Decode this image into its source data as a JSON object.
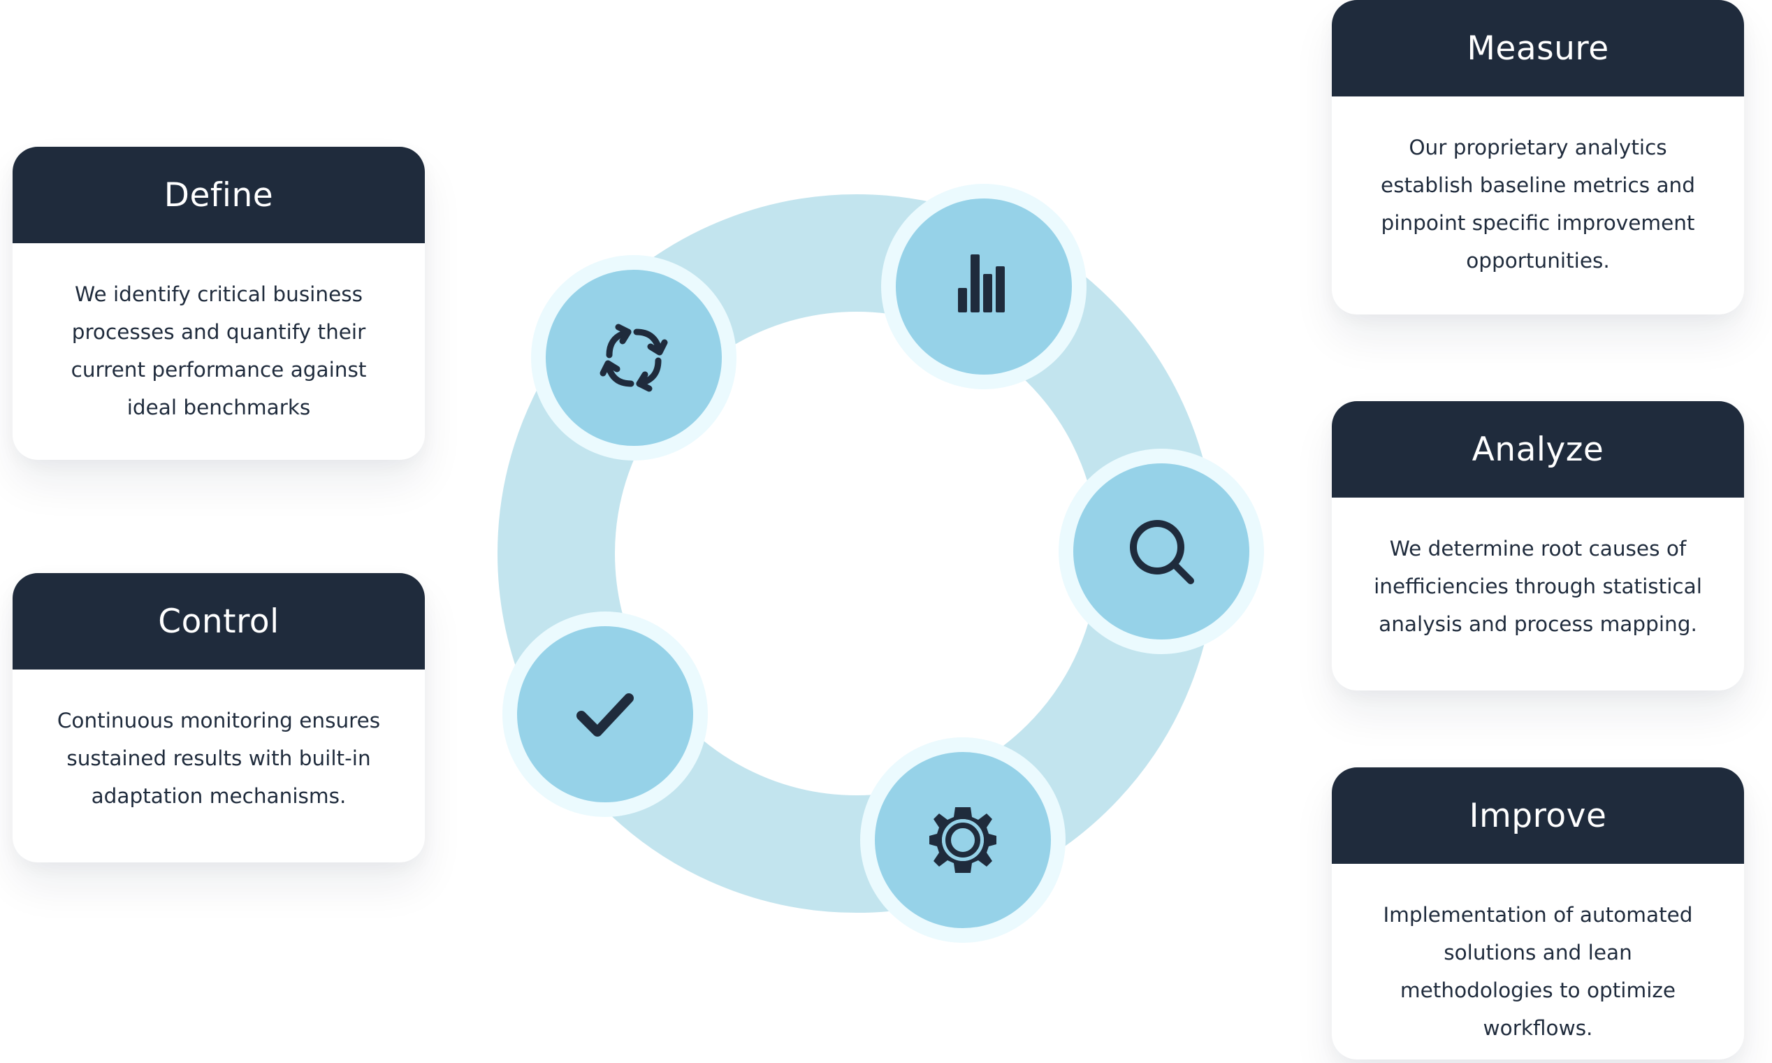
{
  "colors": {
    "header_bg": "#1f2b3c",
    "ring": "#c2e4ee",
    "node_fill": "#96d2e8",
    "node_halo": "#ebfafe",
    "icon": "#1f2b3c"
  },
  "steps": [
    {
      "id": "define",
      "title": "Define",
      "description": "We identify critical business processes and quantify their current performance against ideal benchmarks",
      "icon": "refresh-cycle-icon"
    },
    {
      "id": "measure",
      "title": "Measure",
      "description": "Our proprietary analytics establish baseline metrics and pinpoint specific improvement opportunities.",
      "icon": "bar-chart-icon"
    },
    {
      "id": "analyze",
      "title": "Analyze",
      "description": "We determine root causes of inefficiencies through statistical analysis and process mapping.",
      "icon": "magnifier-icon"
    },
    {
      "id": "improve",
      "title": "Improve",
      "description": "Implementation of automated solutions and lean methodologies to optimize workflows.",
      "icon": "gear-icon"
    },
    {
      "id": "control",
      "title": "Control",
      "description": "Continuous monitoring ensures sustained results with built-in adaptation mechanisms.",
      "icon": "checkmark-icon"
    }
  ]
}
